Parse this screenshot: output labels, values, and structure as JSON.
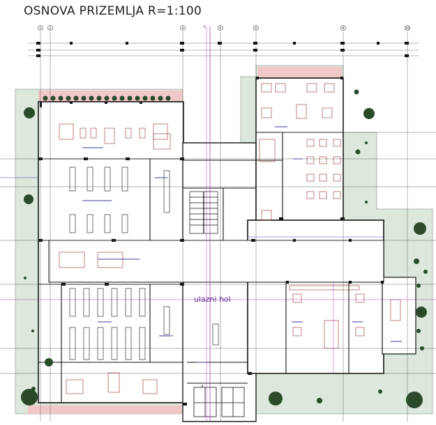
{
  "title": "OSNOVA PRIZEMLJA R=1:100",
  "entrance_hall_label": "ulazni hol",
  "section_marks": [
    "A",
    "A"
  ],
  "axis_labels": [
    "1",
    "2",
    "4",
    "5",
    "6",
    "8",
    "10"
  ],
  "colors": {
    "landscape": "#dce8dc",
    "paving_pink": "#f0c8c8",
    "wall": "#111111",
    "magenta_line": "#b040c0",
    "blue_line": "#4040c0",
    "furniture_red": "#9a3030",
    "tree": "#2a4a2a"
  }
}
